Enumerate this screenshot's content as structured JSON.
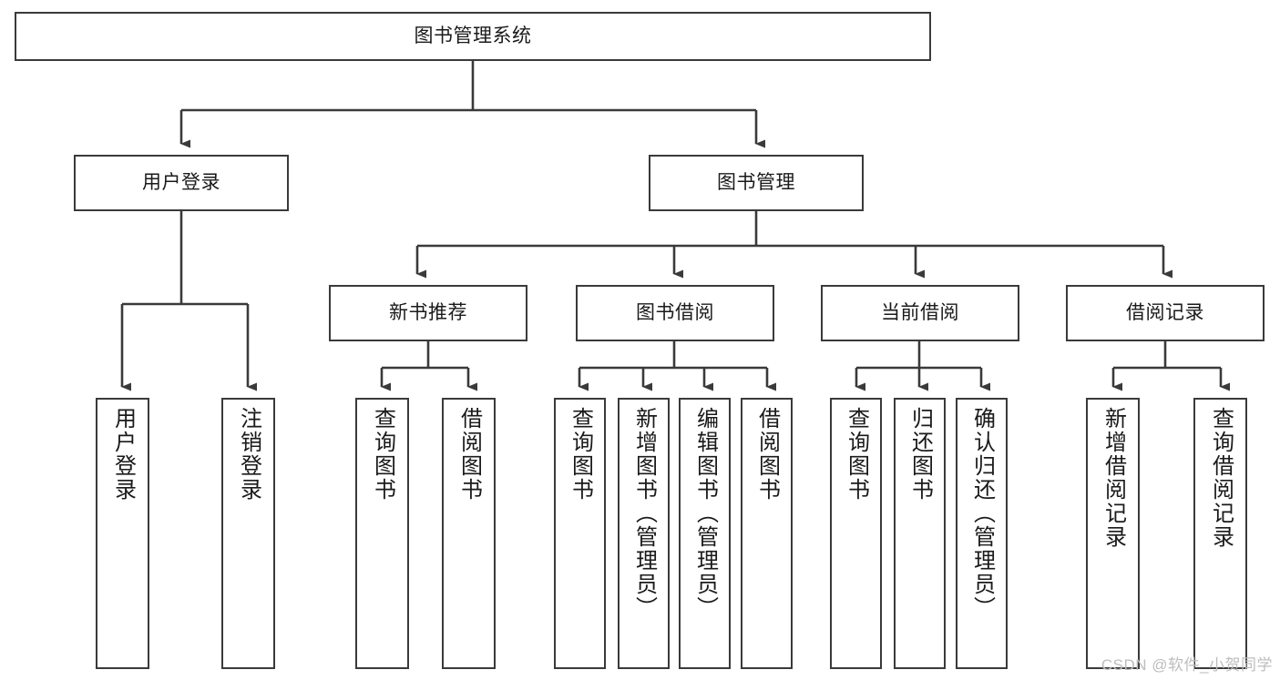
{
  "diagram": {
    "title": "图书管理系统",
    "type": "tree",
    "watermark": "CSDN @软件_小贺同学",
    "colors": {
      "background": "#ffffff",
      "node_border": "#3a3a3a",
      "node_fill": "#ffffff",
      "connector": "#3a3a3a",
      "text": "#1a1a1a",
      "watermark": "#bdbdbd"
    }
  },
  "nodes": {
    "root": {
      "label": "图书管理系统"
    },
    "level2": [
      {
        "label": "用户登录"
      },
      {
        "label": "图书管理"
      }
    ],
    "level3": [
      {
        "label": "新书推荐"
      },
      {
        "label": "图书借阅"
      },
      {
        "label": "当前借阅"
      },
      {
        "label": "借阅记录"
      }
    ],
    "leaves": {
      "user_login": [
        {
          "label": "用户登录"
        },
        {
          "label": "注销登录"
        }
      ],
      "new_book_recommend": [
        {
          "label": "查询图书"
        },
        {
          "label": "借阅图书"
        }
      ],
      "book_borrow": [
        {
          "label": "查询图书"
        },
        {
          "label": "新增图书（管理员）"
        },
        {
          "label": "编辑图书（管理员）"
        },
        {
          "label": "借阅图书"
        }
      ],
      "current_borrow": [
        {
          "label": "查询图书"
        },
        {
          "label": "归还图书"
        },
        {
          "label": "确认归还（管理员）"
        }
      ],
      "borrow_record": [
        {
          "label": "新增借阅记录"
        },
        {
          "label": "查询借阅记录"
        }
      ]
    }
  }
}
